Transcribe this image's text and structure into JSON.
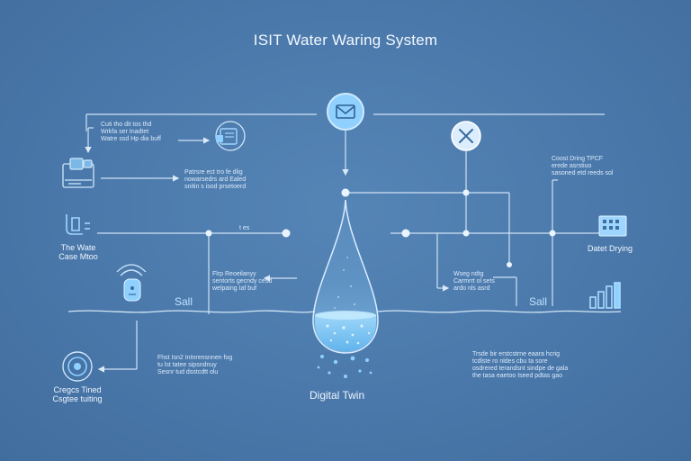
{
  "title": "ISIT Water Waring System",
  "center_label": "Digital Twin",
  "left_labels": {
    "sensor_top": "The Wate\nCase Mtoo",
    "sensor_bottom": "Cregcs Tined\nCsgtee tuiting"
  },
  "right_labels": {
    "data_display": "Datet Drying",
    "glyph_right": "Sall",
    "glyph_left": "Sall"
  },
  "annotations": {
    "top_left": "Cuti tho dit tos thd\nWrkfa ser Inadtet\nWatre ssd Hp dia buff",
    "mid_left": "Patrsre ect tro fe dlig\nnowarsedrs ard Ealed\nsnitin s isod prsetoerd",
    "center_tick": "t es",
    "center_left": "Flrp Reoeilanyy\nsentorts gecndy cesd\nwelpaing Iaf buf",
    "bottom_left": "Fhst Isn2 Intnrensnnen fog\ntu lst tatee sipsndnuy\nSesnr tud dsstcdtt olu",
    "top_right": "Coost Dring TPCF\nerede asrstiuo\nsasoned etd reeds sol",
    "center_right": "Wseg ndtg\nCarmrrt ol sets\nardo nls asrd",
    "bottom_right": "Trsde bir erstcstrne eaara hcrig\ntcdlste ro nldes cbu ta sore\nosdrered terandsnt sindpe de gala\nthe tasa eaetoo Iseed pdtas gao"
  },
  "icons": {
    "envelope": "envelope-icon",
    "close": "close-icon",
    "water_drop": "water-drop-icon",
    "server": "server-icon",
    "document": "document-icon",
    "plug": "plug-icon",
    "sensor": "sensor-icon",
    "gauge": "gauge-icon",
    "building": "building-icon",
    "bar_chart": "bar-chart-icon"
  },
  "colors": {
    "background": "#4a78aa",
    "line": "#dbeaf8",
    "accent": "#8fd0ff",
    "water": "#9ad6ff",
    "node": "#eaf4ff"
  }
}
